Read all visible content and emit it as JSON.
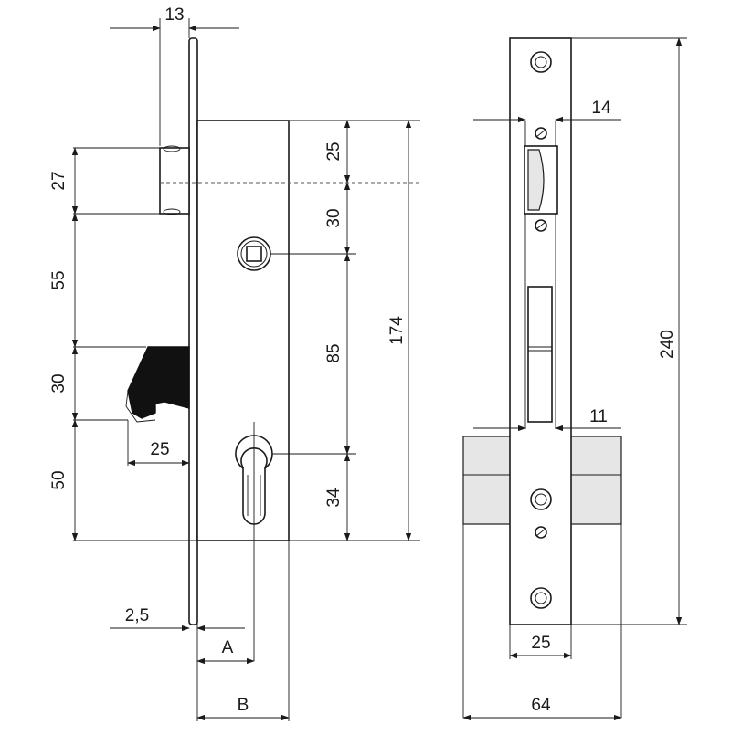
{
  "labels": {
    "d13": "13",
    "d27": "27",
    "d55": "55",
    "d30_left": "30",
    "d50": "50",
    "d25_latch": "25",
    "d25_top": "25",
    "d30_mid": "30",
    "d85": "85",
    "d34": "34",
    "d174": "174",
    "d2_5": "2,5",
    "dA": "A",
    "dB": "B",
    "d14": "14",
    "d11": "11",
    "d240": "240",
    "d25_bottom": "25",
    "d64": "64"
  }
}
